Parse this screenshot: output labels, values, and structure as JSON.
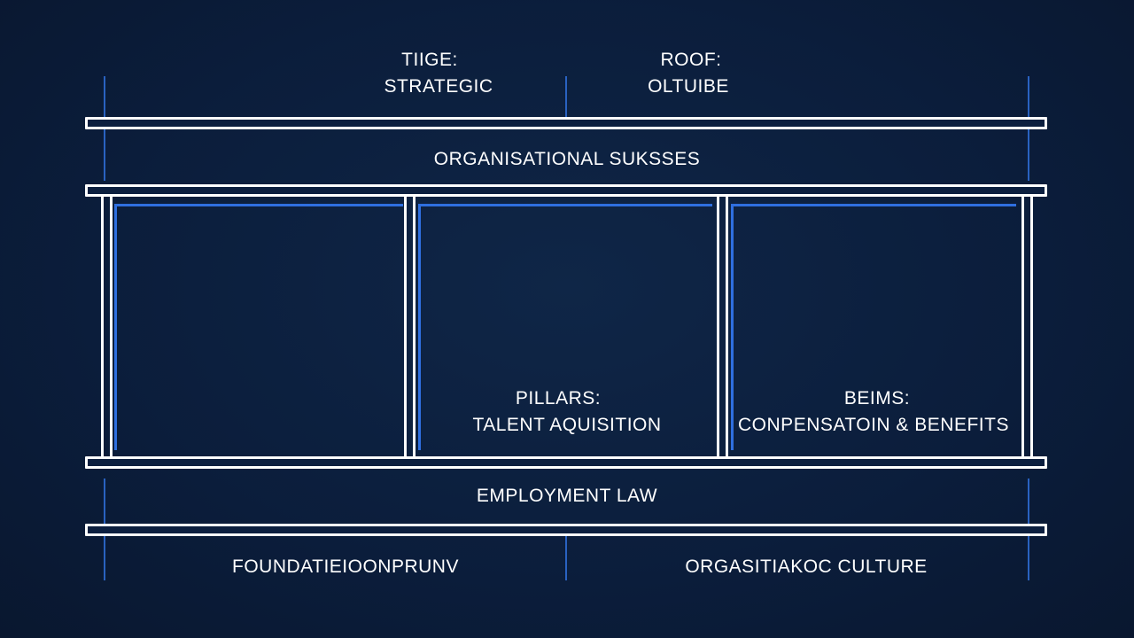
{
  "diagram": {
    "roof_left": {
      "heading": "TIIGE:",
      "text": "STRATEGIC"
    },
    "roof_right": {
      "heading": "ROOF:",
      "text": "OLTUIBE"
    },
    "top_banner": "ORGANISATIONAL SUKSSES",
    "pillar_middle": {
      "heading": "PILLARS:",
      "text": "TALENT AQUISITION"
    },
    "pillar_right": {
      "heading": "BEIMS:",
      "text": "CONPENSATOIN & BENEFITS"
    },
    "middle_banner": "EMPLOYMENT LAW",
    "foundation_left": "FOUNDATIEIOONPRUNV",
    "foundation_right": "ORGASITIAKOC CULTURE"
  }
}
